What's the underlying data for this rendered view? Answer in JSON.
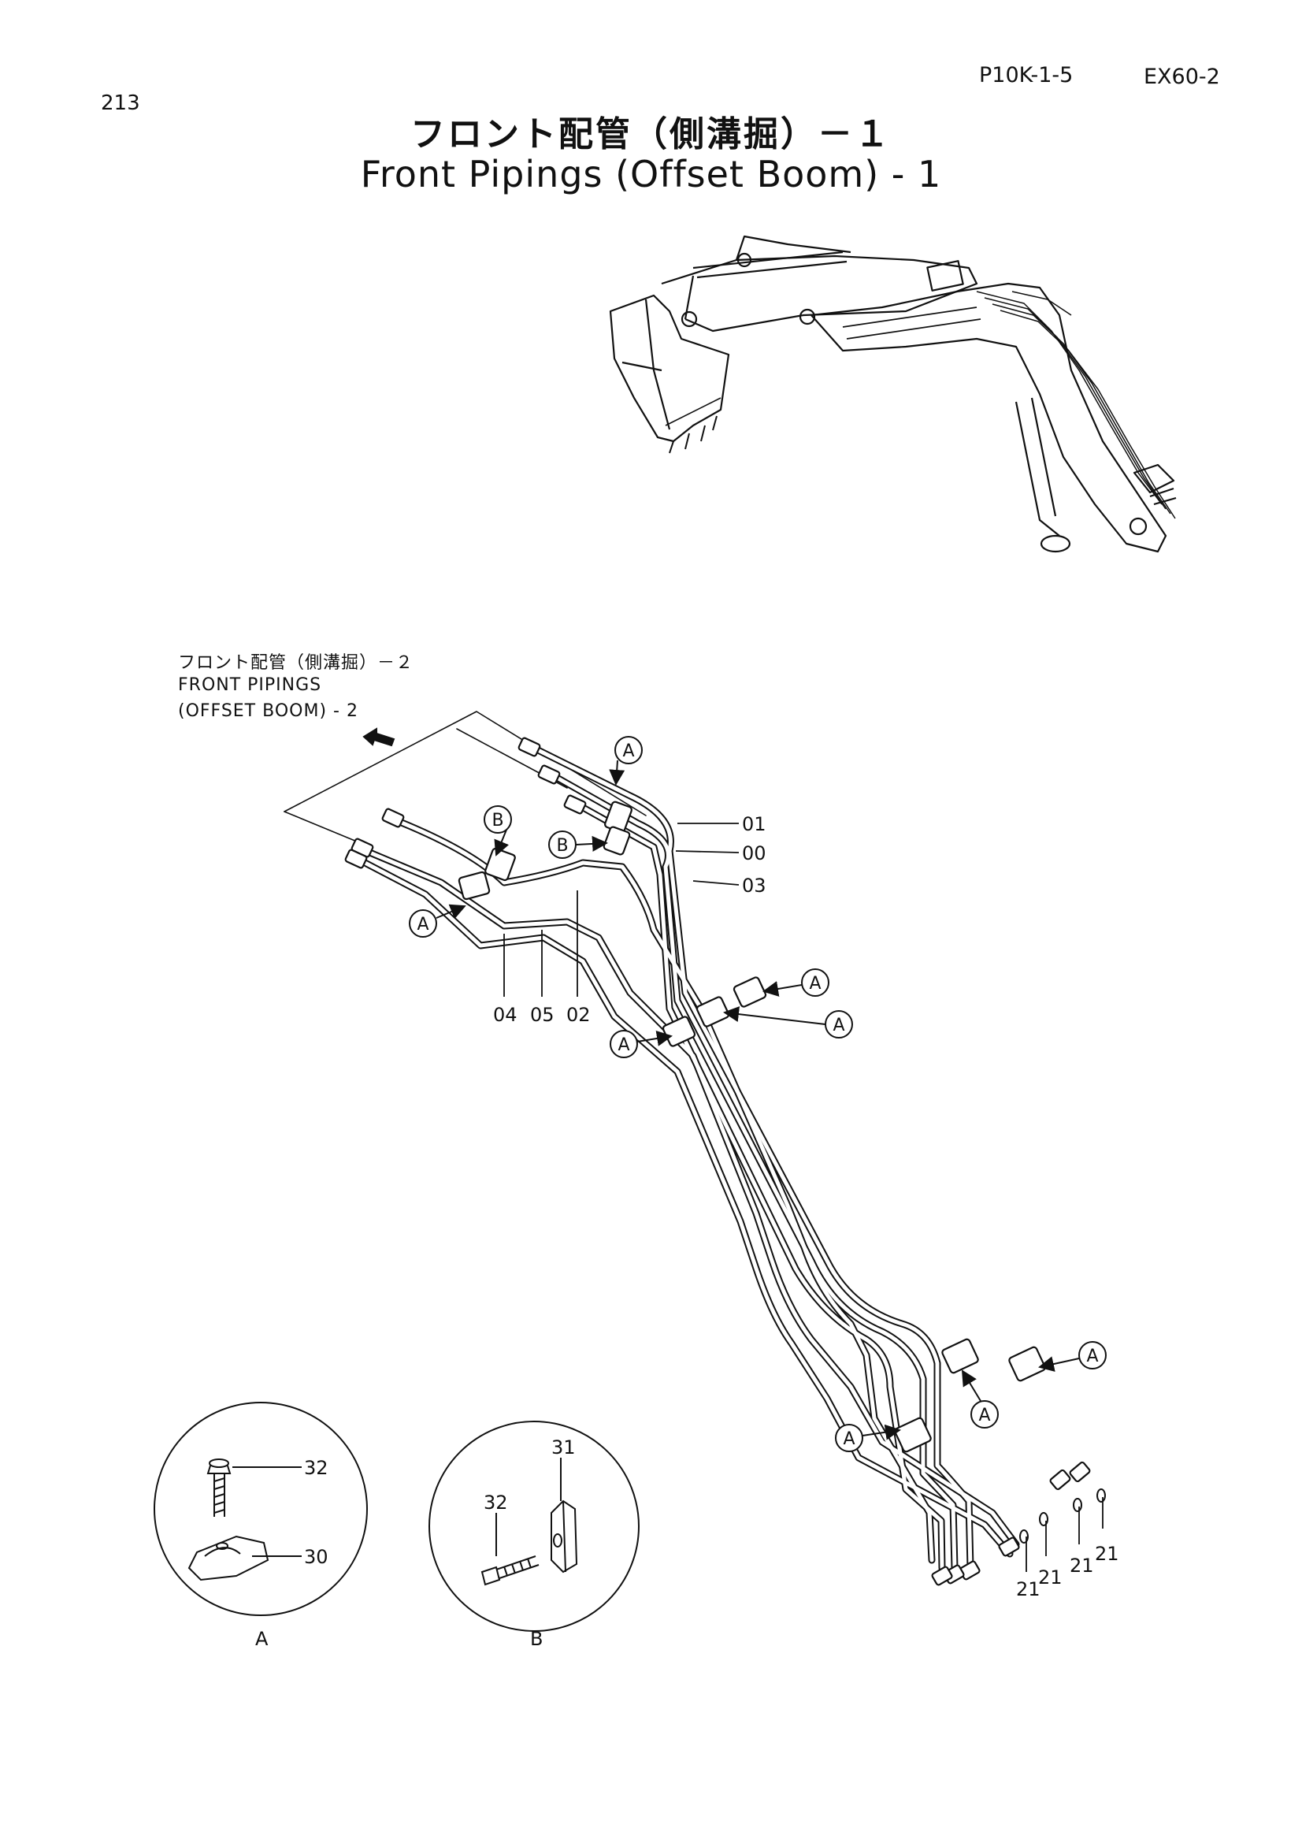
{
  "header": {
    "page_number": "213",
    "page_code": "P10K-1-5",
    "model": "EX60-2",
    "title_jp": "フロント配管（側溝掘）－１",
    "title_en": "Front Pipings (Offset Boom) - 1"
  },
  "cross_reference": {
    "line_jp": "フロント配管（側溝掘）－２",
    "line_en1": "FRONT PIPINGS",
    "line_en2": "(OFFSET BOOM) - 2"
  },
  "part_labels": {
    "p01": "01",
    "p00": "00",
    "p03": "03",
    "p04": "04",
    "p05": "05",
    "p02": "02",
    "p21": "21",
    "p30": "30",
    "p31": "31",
    "p32": "32"
  },
  "detail_refs": {
    "a": "A",
    "b": "B"
  },
  "detail_views": {
    "a_caption": "A",
    "b_caption": "B"
  },
  "colors": {
    "ink": "#111111",
    "paper": "#ffffff"
  }
}
